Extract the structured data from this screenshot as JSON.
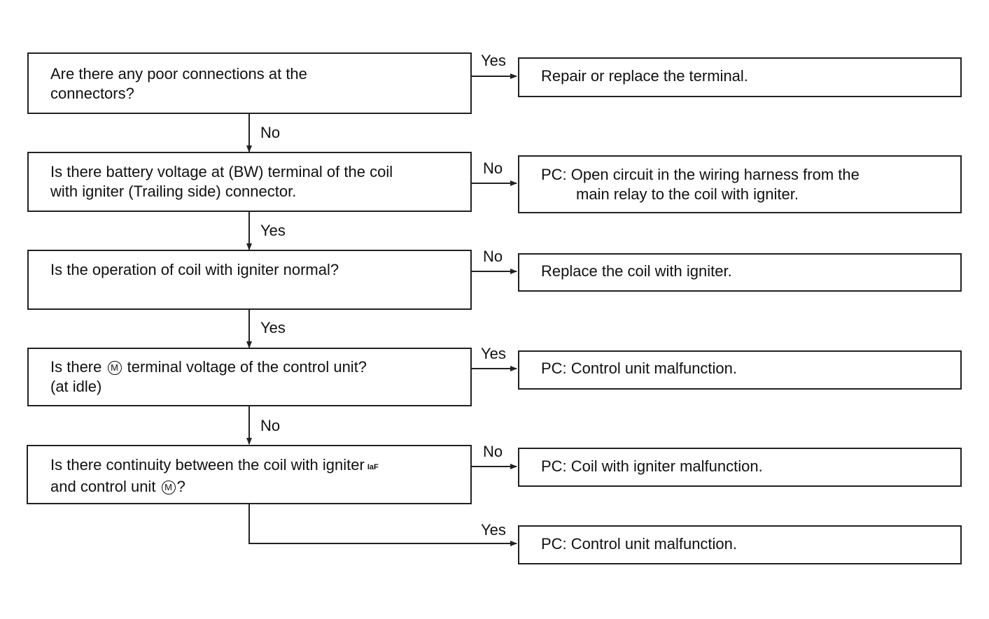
{
  "questions": {
    "q1": {
      "line1": "Are there any poor connections at the",
      "line2": "connectors?"
    },
    "q2": {
      "line1": "Is there battery voltage at (BW) terminal of the coil",
      "line2": "with igniter (Trailing side) connector."
    },
    "q3": {
      "line1": "Is the operation of coil with igniter normal?"
    },
    "q4": {
      "line1_pre": "Is there",
      "m_symbol": "M",
      "line1_post": "terminal voltage of the control unit?",
      "line2": "(at idle)"
    },
    "q5": {
      "line1": "Is there continuity between the coil with igniter",
      "iaf": "IaF",
      "line2_pre": "and control unit",
      "m_symbol": "M",
      "line2_post": "?"
    }
  },
  "results": {
    "r1": {
      "line1": "Repair or replace the terminal."
    },
    "r2": {
      "line1": "PC: Open circuit in the wiring harness from the",
      "line2": "main relay to the coil with igniter."
    },
    "r3": {
      "line1": "Replace the coil with igniter."
    },
    "r4": {
      "line1": "PC: Control unit malfunction."
    },
    "r5": {
      "line1": "PC: Coil with igniter malfunction."
    },
    "r6": {
      "line1": "PC: Control unit malfunction."
    }
  },
  "labels": {
    "q1_right": "Yes",
    "q1_down": "No",
    "q2_right": "No",
    "q2_down": "Yes",
    "q3_right": "No",
    "q3_down": "Yes",
    "q4_right": "Yes",
    "q4_down": "No",
    "q5_right": "No",
    "q5_down": "Yes"
  }
}
